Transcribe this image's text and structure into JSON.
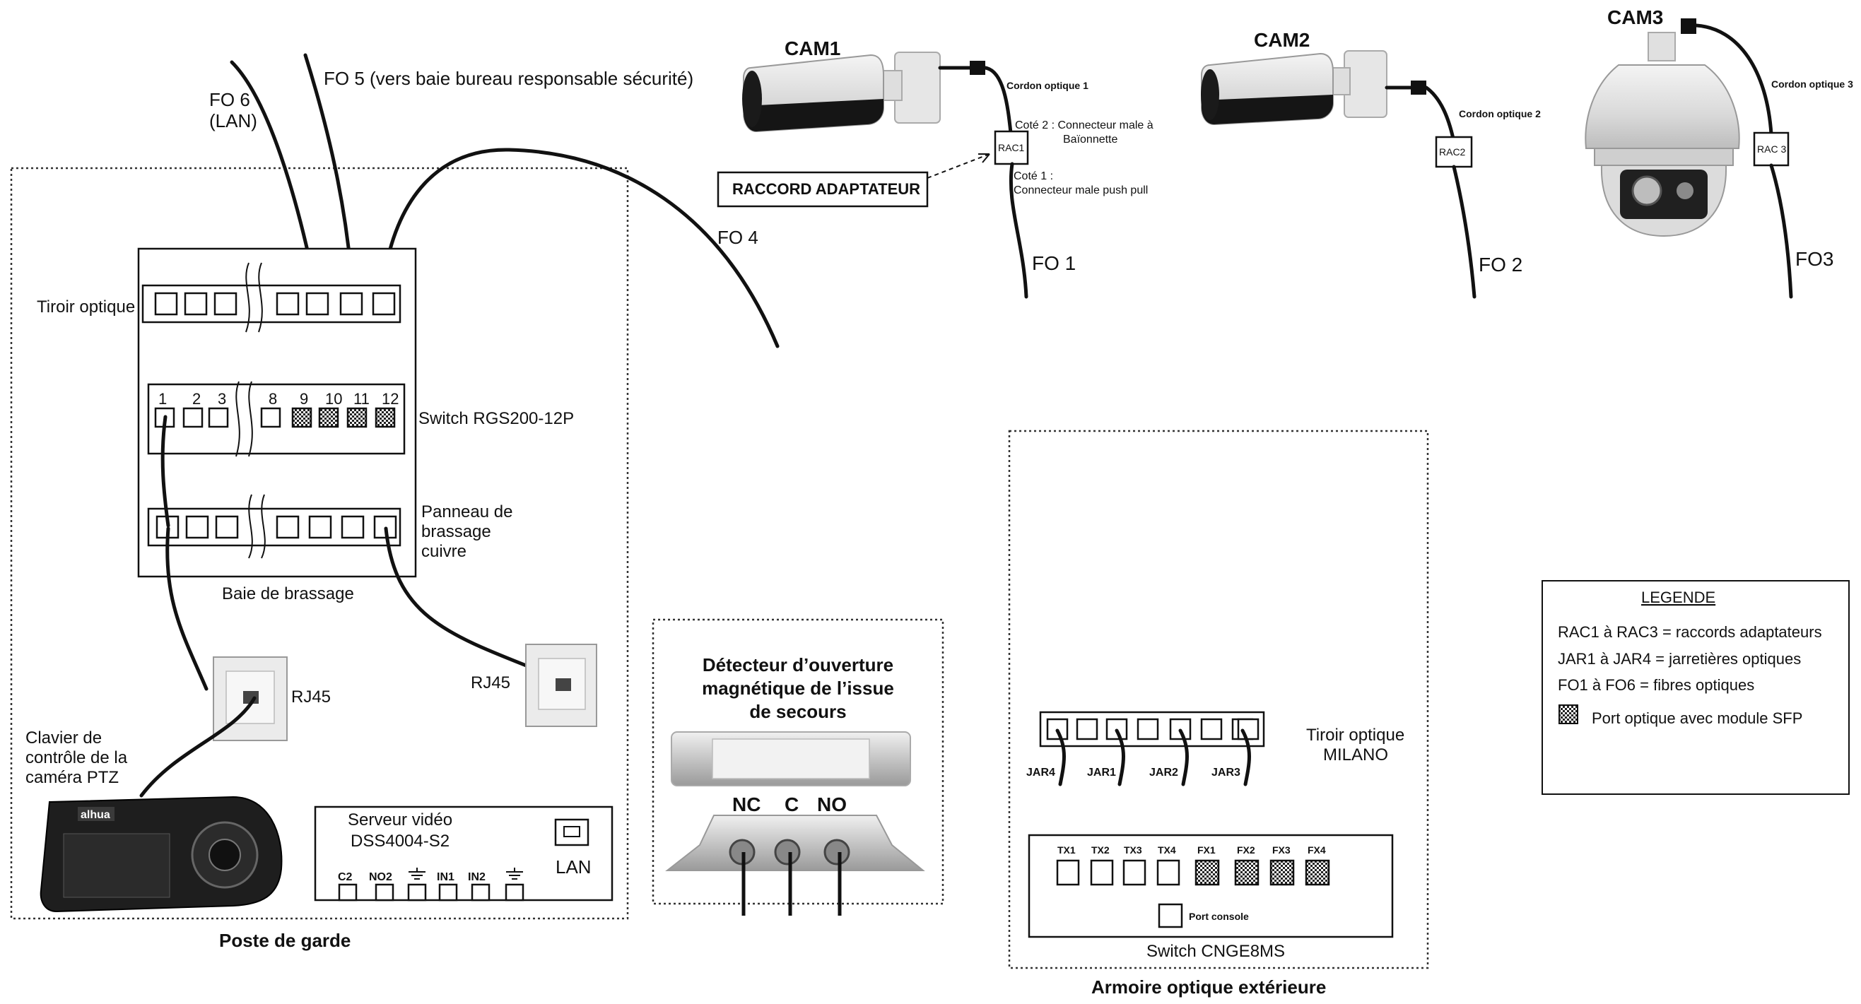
{
  "guard_post": {
    "title": "Poste de garde",
    "fo6_line1": "FO 6",
    "fo6_line2": "(LAN)",
    "fo5": "FO 5 (vers baie bureau responsable sécurité)",
    "fo4": "FO 4",
    "rack_label": "Baie de brassage",
    "optical_drawer_label": "Tiroir optique",
    "switch_label": "Switch RGS200-12P",
    "switch_ports": [
      "1",
      "2",
      "3",
      "8",
      "9",
      "10",
      "11",
      "12"
    ],
    "patch_panel_line1": "Panneau de",
    "patch_panel_line2": "brassage",
    "patch_panel_line3": "cuivre",
    "rj45_a": "RJ45",
    "rj45_b": "RJ45",
    "keyboard_line1": "Clavier de",
    "keyboard_line2": "contrôle de la",
    "keyboard_line3": "caméra PTZ",
    "keyboard_brand": "alhua",
    "server_line1": "Serveur vidéo",
    "server_line2": "DSS4004-S2",
    "server_lan": "LAN",
    "server_terminals": [
      "C2",
      "NO2",
      "IN1",
      "IN2"
    ]
  },
  "detector": {
    "line1": "Détecteur d’ouverture",
    "line2": "magnétique de l’issue",
    "line3": "de secours",
    "nc": "NC",
    "c": "C",
    "no": "NO"
  },
  "cameras": {
    "cam1": "CAM1",
    "cam2": "CAM2",
    "cam3": "CAM3",
    "cordon1": "Cordon optique 1",
    "cordon2": "Cordon optique 2",
    "cordon3": "Cordon optique 3",
    "rac1": "RAC1",
    "rac2": "RAC2",
    "rac3": "RAC 3",
    "cote2_line1": "Coté 2 : Connecteur male à",
    "cote2_line2": "Baïonnette",
    "cote1_line1": "Coté 1 :",
    "cote1_line2": "Connecteur male push pull",
    "raccord": "RACCORD ADAPTATEUR",
    "fo1": "FO 1",
    "fo2": "FO 2",
    "fo3": "FO3"
  },
  "cabinet": {
    "title": "Armoire optique extérieure",
    "drawer_line1": "Tiroir optique",
    "drawer_line2": "MILANO",
    "jar": [
      "JAR4",
      "JAR1",
      "JAR2",
      "JAR3"
    ],
    "switch_ports": [
      "TX1",
      "TX2",
      "TX3",
      "TX4",
      "FX1",
      "FX2",
      "FX3",
      "FX4"
    ],
    "console": "Port console",
    "switch_label": "Switch CNGE8MS"
  },
  "legend": {
    "title": "LEGENDE",
    "item1": "RAC1 à RAC3 = raccords adaptateurs",
    "item2": "JAR1 à JAR4 = jarretières optiques",
    "item3": "FO1 à FO6 = fibres optiques",
    "item4": "Port optique avec module SFP"
  }
}
